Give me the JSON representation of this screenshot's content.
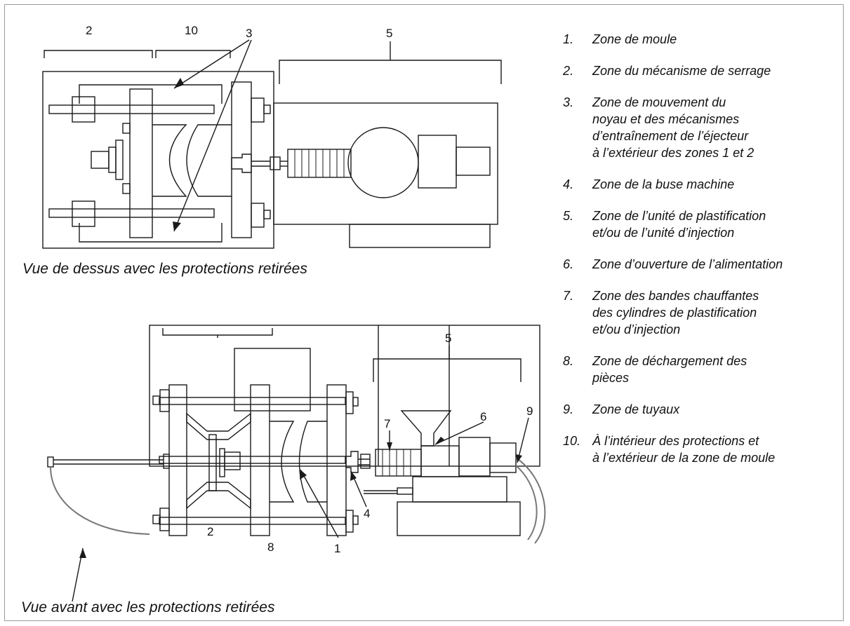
{
  "captions": {
    "top_view": "Vue de dessus avec les protections retirées",
    "front_view": "Vue avant avec les protections retirées"
  },
  "callouts": {
    "top": {
      "clamp": "2",
      "guard": "10",
      "core": "3",
      "injection": "5"
    },
    "front": {
      "injection": "5",
      "hopper_opening": "6",
      "heater_bands": "7",
      "hoses": "9",
      "nozzle": "4",
      "mould": "1",
      "clamp": "2",
      "discharge": "8"
    }
  },
  "legend": [
    {
      "num": "1.",
      "text": "Zone de moule"
    },
    {
      "num": "2.",
      "text": "Zone du mécanisme de serrage"
    },
    {
      "num": "3.",
      "text": "Zone de mouvement du\nnoyau et des mécanismes\nd’entraînement de l’éjecteur\nà l’extérieur des zones 1 et 2"
    },
    {
      "num": "4.",
      "text": "Zone de la buse machine"
    },
    {
      "num": "5.",
      "text": "Zone de l’unité de plastification\net/ou de l’unité d’injection"
    },
    {
      "num": "6.",
      "text": "Zone d’ouverture de l’alimentation"
    },
    {
      "num": "7.",
      "text": "Zone des bandes chauffantes\ndes cylindres de plastification\net/ou d’injection"
    },
    {
      "num": "8.",
      "text": "Zone de déchargement des\npièces"
    },
    {
      "num": "9.",
      "text": "Zone de tuyaux"
    },
    {
      "num": "10.",
      "text": "À l’intérieur des protections et\nà l’extérieur de la zone de moule"
    }
  ],
  "colors": {
    "line": "#1a1a1a",
    "frame": "#9a9a9a",
    "hose": "#777777"
  }
}
